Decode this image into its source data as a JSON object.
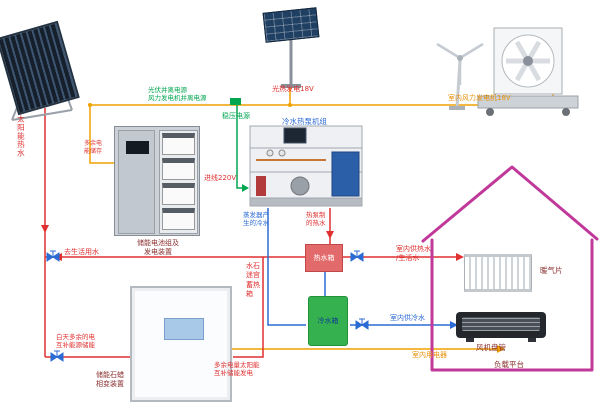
{
  "colors": {
    "power_line": "#f0a000",
    "hot_water_line": "#e03030",
    "cold_water_line": "#2b6bd4",
    "control_line": "#00a650",
    "house_outline": "#c0399a"
  },
  "labels": {
    "solar_hot_water": "太阳能热水",
    "pv_power": "光热发电18V",
    "grid_supply": "光伏并离电源\n风力发电机并离电源",
    "excess_to_battery": "多余电\n能储存",
    "stabilizer": "稳压电源",
    "indoor_wind_gen": "室内风力发电机18V",
    "battery_cabinet": "储能电池组及\n发电装置",
    "heat_pump": "冷水热泵机组",
    "line_in": "进线220V",
    "evaporator_cold": "蒸发器产\n生的冷水",
    "heatpump_hot": "热泵制\n的热水",
    "hot_tank": "热水箱",
    "cold_tank": "冷水箱",
    "domestic_water": "去生活用水",
    "heat_maze": "水石\n迷宫\n蓄热\n箱",
    "daytime_excess": "白天多余的电\n互补能源储能",
    "phase_change": "储能石蜡\n相变装置",
    "excess_storage": "多余电量太阳能\n互补储能发电",
    "indoor_hot": "室内供热水\n/生活水",
    "indoor_cold": "室内供冷水",
    "indoor_power": "室内用电器",
    "radiator": "暖气片",
    "fan_coil": "风机盘管",
    "load_platform": "负载平台"
  }
}
